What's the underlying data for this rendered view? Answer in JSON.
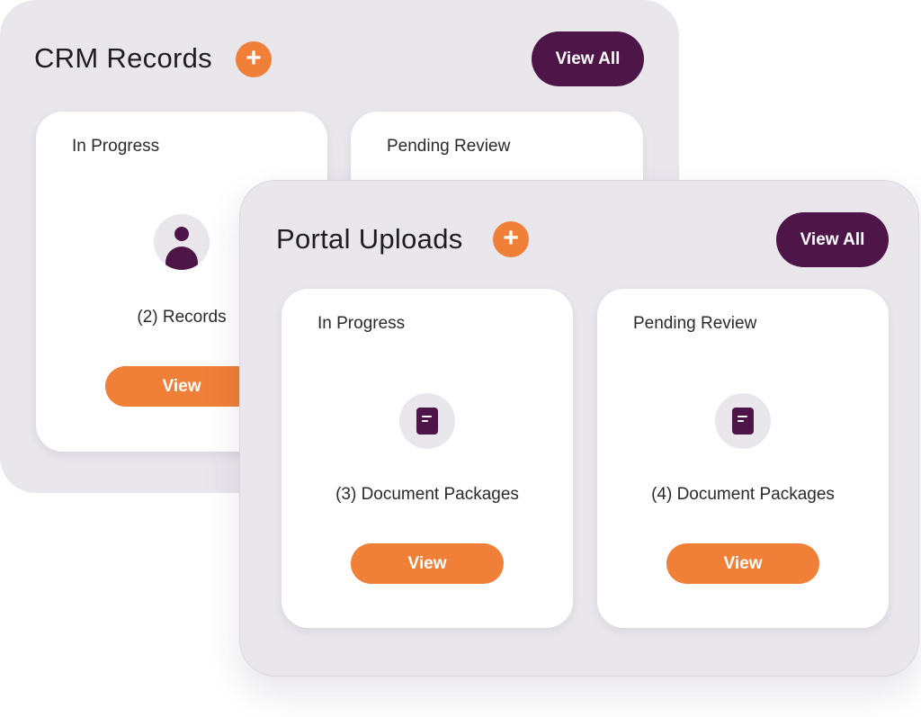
{
  "colors": {
    "accent": "#f07f38",
    "brand": "#4d1548",
    "panel_bg": "#e9e6ec"
  },
  "crm": {
    "title": "CRM Records",
    "add_label": "+",
    "view_all": "View All",
    "cards": [
      {
        "title": "In Progress",
        "icon": "person-icon",
        "count": "(2) Records",
        "view": "View"
      },
      {
        "title": "Pending Review"
      }
    ]
  },
  "portal": {
    "title": "Portal Uploads",
    "add_label": "+",
    "view_all": "View All",
    "cards": [
      {
        "title": "In Progress",
        "icon": "document-icon",
        "count": "(3) Document Packages",
        "view": "View"
      },
      {
        "title": "Pending Review",
        "icon": "document-icon",
        "count": "(4) Document Packages",
        "view": "View"
      }
    ]
  }
}
